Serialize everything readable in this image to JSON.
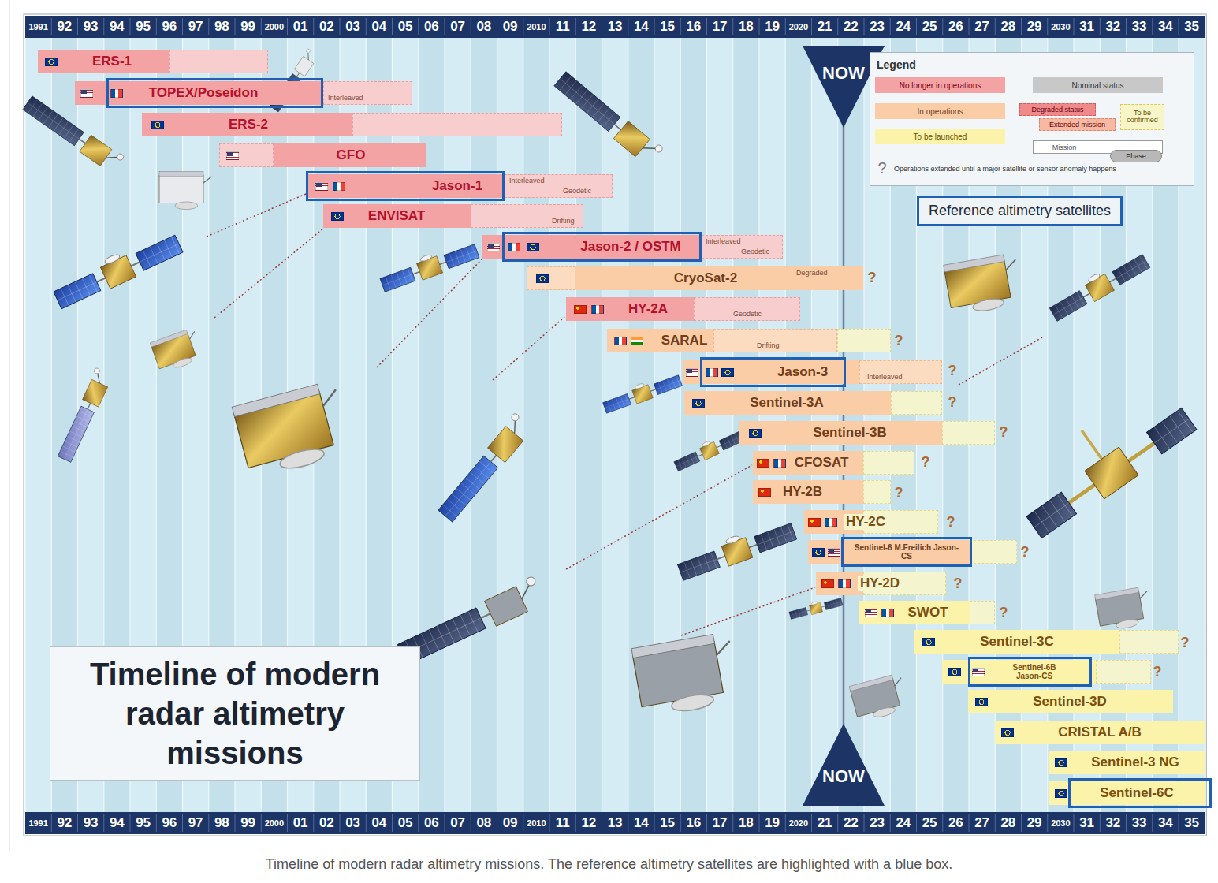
{
  "diagram": {
    "title": "Timeline of modern radar altimetry missions",
    "caption": "Timeline of modern radar altimetry missions. The reference altimetry satellites are highlighted with a blue box.",
    "nodes": [
      {
        "text": [
          "ERS-1"
        ]
      },
      {
        "text": [
          "TOPEX/Poseidon",
          "Interleaved"
        ]
      },
      {
        "text": [
          "ERS-2"
        ]
      },
      {
        "text": [
          "GFO"
        ]
      },
      {
        "text": [
          "Jason-1",
          "Interleaved",
          "Geodetic"
        ]
      },
      {
        "text": [
          "ENVISAT",
          "Drifting"
        ]
      },
      {
        "text": [
          "Jason-2 / OSTM",
          "Interleaved",
          "Geodetic"
        ]
      },
      {
        "text": [
          "CryoSat-2",
          "Degraded"
        ]
      },
      {
        "text": [
          "HY-2A",
          "Geodetic"
        ]
      },
      {
        "text": [
          "SARAL",
          "Drifting"
        ]
      },
      {
        "text": [
          "Jason-3",
          "Interleaved"
        ]
      },
      {
        "text": [
          "Sentinel-3A"
        ]
      },
      {
        "text": [
          "Sentinel-3B"
        ]
      },
      {
        "text": [
          "CFOSAT"
        ]
      },
      {
        "text": [
          "HY-2B"
        ]
      },
      {
        "text": [
          "HY-2C"
        ]
      },
      {
        "text": [
          "Sentinel-6 M.Freilich Jason-CS"
        ]
      },
      {
        "text": [
          "HY-2D"
        ]
      },
      {
        "text": [
          "SWOT"
        ]
      },
      {
        "text": [
          "Sentinel-3C"
        ]
      },
      {
        "text": [
          "Sentinel-6B Jason-CS"
        ]
      },
      {
        "text": [
          "Sentinel-3D"
        ]
      },
      {
        "text": [
          "CRISTAL A/B"
        ]
      },
      {
        "text": [
          "Sentinel-3 NG"
        ]
      },
      {
        "text": [
          "Sentinel-6C"
        ]
      },
      {
        "text": [
          "Reference altimetry satellites"
        ]
      }
    ],
    "labels": [
      "1991",
      "92",
      "93",
      "94",
      "95",
      "96",
      "97",
      "98",
      "99",
      "2000",
      "01",
      "02",
      "03",
      "04",
      "05",
      "06",
      "07",
      "08",
      "09",
      "2010",
      "11",
      "12",
      "13",
      "14",
      "15",
      "16",
      "17",
      "18",
      "19",
      "2020",
      "21",
      "22",
      "23",
      "24",
      "25",
      "26",
      "27",
      "28",
      "29",
      "2030",
      "31",
      "32",
      "33",
      "34",
      "35",
      "NOW",
      "Legend",
      "?",
      "?",
      "?",
      "?",
      "?",
      "?",
      "?",
      "?",
      "?",
      "?",
      "?",
      "?",
      "?",
      "?",
      "NOW",
      "1991",
      "92",
      "93",
      "94",
      "95",
      "96",
      "97",
      "98",
      "99",
      "2000",
      "01",
      "02",
      "03",
      "04",
      "05",
      "06",
      "07",
      "08",
      "09",
      "2010",
      "11",
      "12",
      "13",
      "14",
      "15",
      "16",
      "17",
      "18",
      "19",
      "2020",
      "21",
      "22",
      "23",
      "24",
      "25",
      "26",
      "27",
      "28",
      "29",
      "2030",
      "31",
      "32",
      "33",
      "34",
      "35"
    ],
    "legend": [
      {
        "text": "No longer in operations",
        "color": "#f4a3a4"
      },
      {
        "text": "In operations",
        "color": "#fbcda6"
      },
      {
        "text": "To be launched",
        "color": "#fbf3a9"
      },
      {
        "text": "Nominal status",
        "color": "#c8c8c8"
      },
      {
        "text": "Degraded status",
        "color": "#f08a8a"
      },
      {
        "text": "Extended mission",
        "color": "#f7b9a2"
      },
      {
        "text": "To be confirmed",
        "color": "#f8f6c8"
      },
      {
        "text": "Mission"
      },
      {
        "text": "Phase",
        "color": "#b8b8b8"
      },
      {
        "text": "Operations extended until a major satellite or sensor anomaly happens"
      }
    ]
  }
}
